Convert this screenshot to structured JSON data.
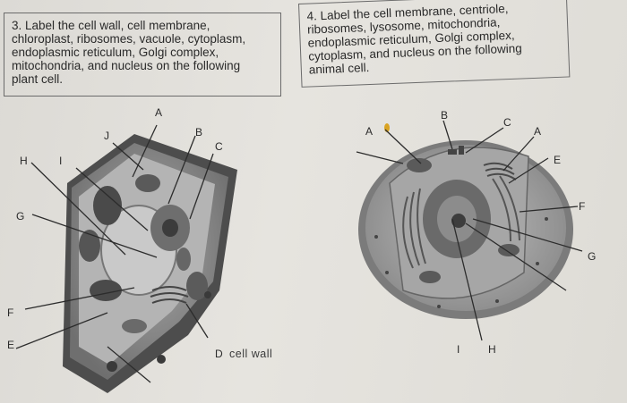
{
  "question3": {
    "text": "3. Label the cell wall, cell membrane,\nchloroplast, ribosomes, vacuole, cytoplasm,\nendoplasmic reticulum, Golgi complex,\nmitochondria, and nucleus on the following\nplant cell."
  },
  "question4": {
    "text": "4. Label the cell membrane, centriole,\nribosomes, lysosome, mitochondria,\nendoplasmic reticulum, Golgi complex,\ncytoplasm, and nucleus on the following\nanimal cell."
  },
  "plant_labels": {
    "A": "A",
    "B": "B",
    "C": "C",
    "D": "D",
    "E": "E",
    "F": "F",
    "G": "G",
    "H": "H",
    "I": "I",
    "J": "J",
    "answer_D": "cell wall"
  },
  "animal_labels": {
    "A_left": "A",
    "A_right": "A",
    "B": "B",
    "C": "C",
    "E": "E",
    "F": "F",
    "G": "G",
    "H": "H",
    "I": "I"
  },
  "colors": {
    "ink": "#2a2a2a",
    "paper": "#e2e0db",
    "cell_dark": "#4a4a4a",
    "cell_mid": "#8a8a8a",
    "cell_light": "#b7b7b7",
    "marker_yellow": "#d9a322"
  }
}
